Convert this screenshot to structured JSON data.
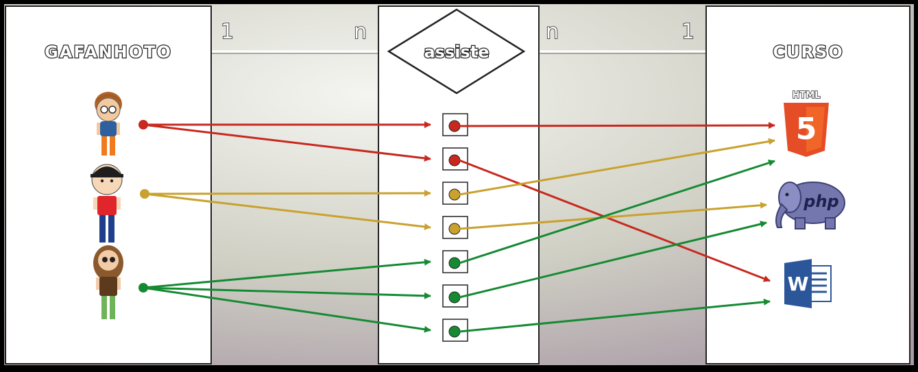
{
  "left_entity": {
    "title": "GAFANHOTO"
  },
  "right_entity": {
    "title": "CURSO"
  },
  "relationship": {
    "name": "assiste"
  },
  "cardinality": {
    "left_one": "1",
    "left_many": "n",
    "right_many": "n",
    "right_one": "1"
  },
  "icons": {
    "html5_label": "HTML",
    "html5_number": "5",
    "php_label": "php",
    "word_letter": "W"
  },
  "colors": {
    "red": "#c8281e",
    "yellow": "#c9a12e",
    "green": "#158a33",
    "background_light": "#eef0ea",
    "background_dark": "#a99aa6"
  },
  "people": [
    {
      "name": "student-red-glasses",
      "color": "red"
    },
    {
      "name": "student-cap",
      "color": "yellow"
    },
    {
      "name": "student-long-hair",
      "color": "green"
    }
  ],
  "courses": [
    {
      "name": "html5"
    },
    {
      "name": "php"
    },
    {
      "name": "word"
    }
  ],
  "links": [
    {
      "person": 0,
      "course": 0,
      "color": "red"
    },
    {
      "person": 0,
      "course": 2,
      "color": "red"
    },
    {
      "person": 1,
      "course": 0,
      "color": "yellow"
    },
    {
      "person": 1,
      "course": 1,
      "color": "yellow"
    },
    {
      "person": 2,
      "course": 0,
      "color": "green"
    },
    {
      "person": 2,
      "course": 1,
      "color": "green"
    },
    {
      "person": 2,
      "course": 2,
      "color": "green"
    }
  ]
}
